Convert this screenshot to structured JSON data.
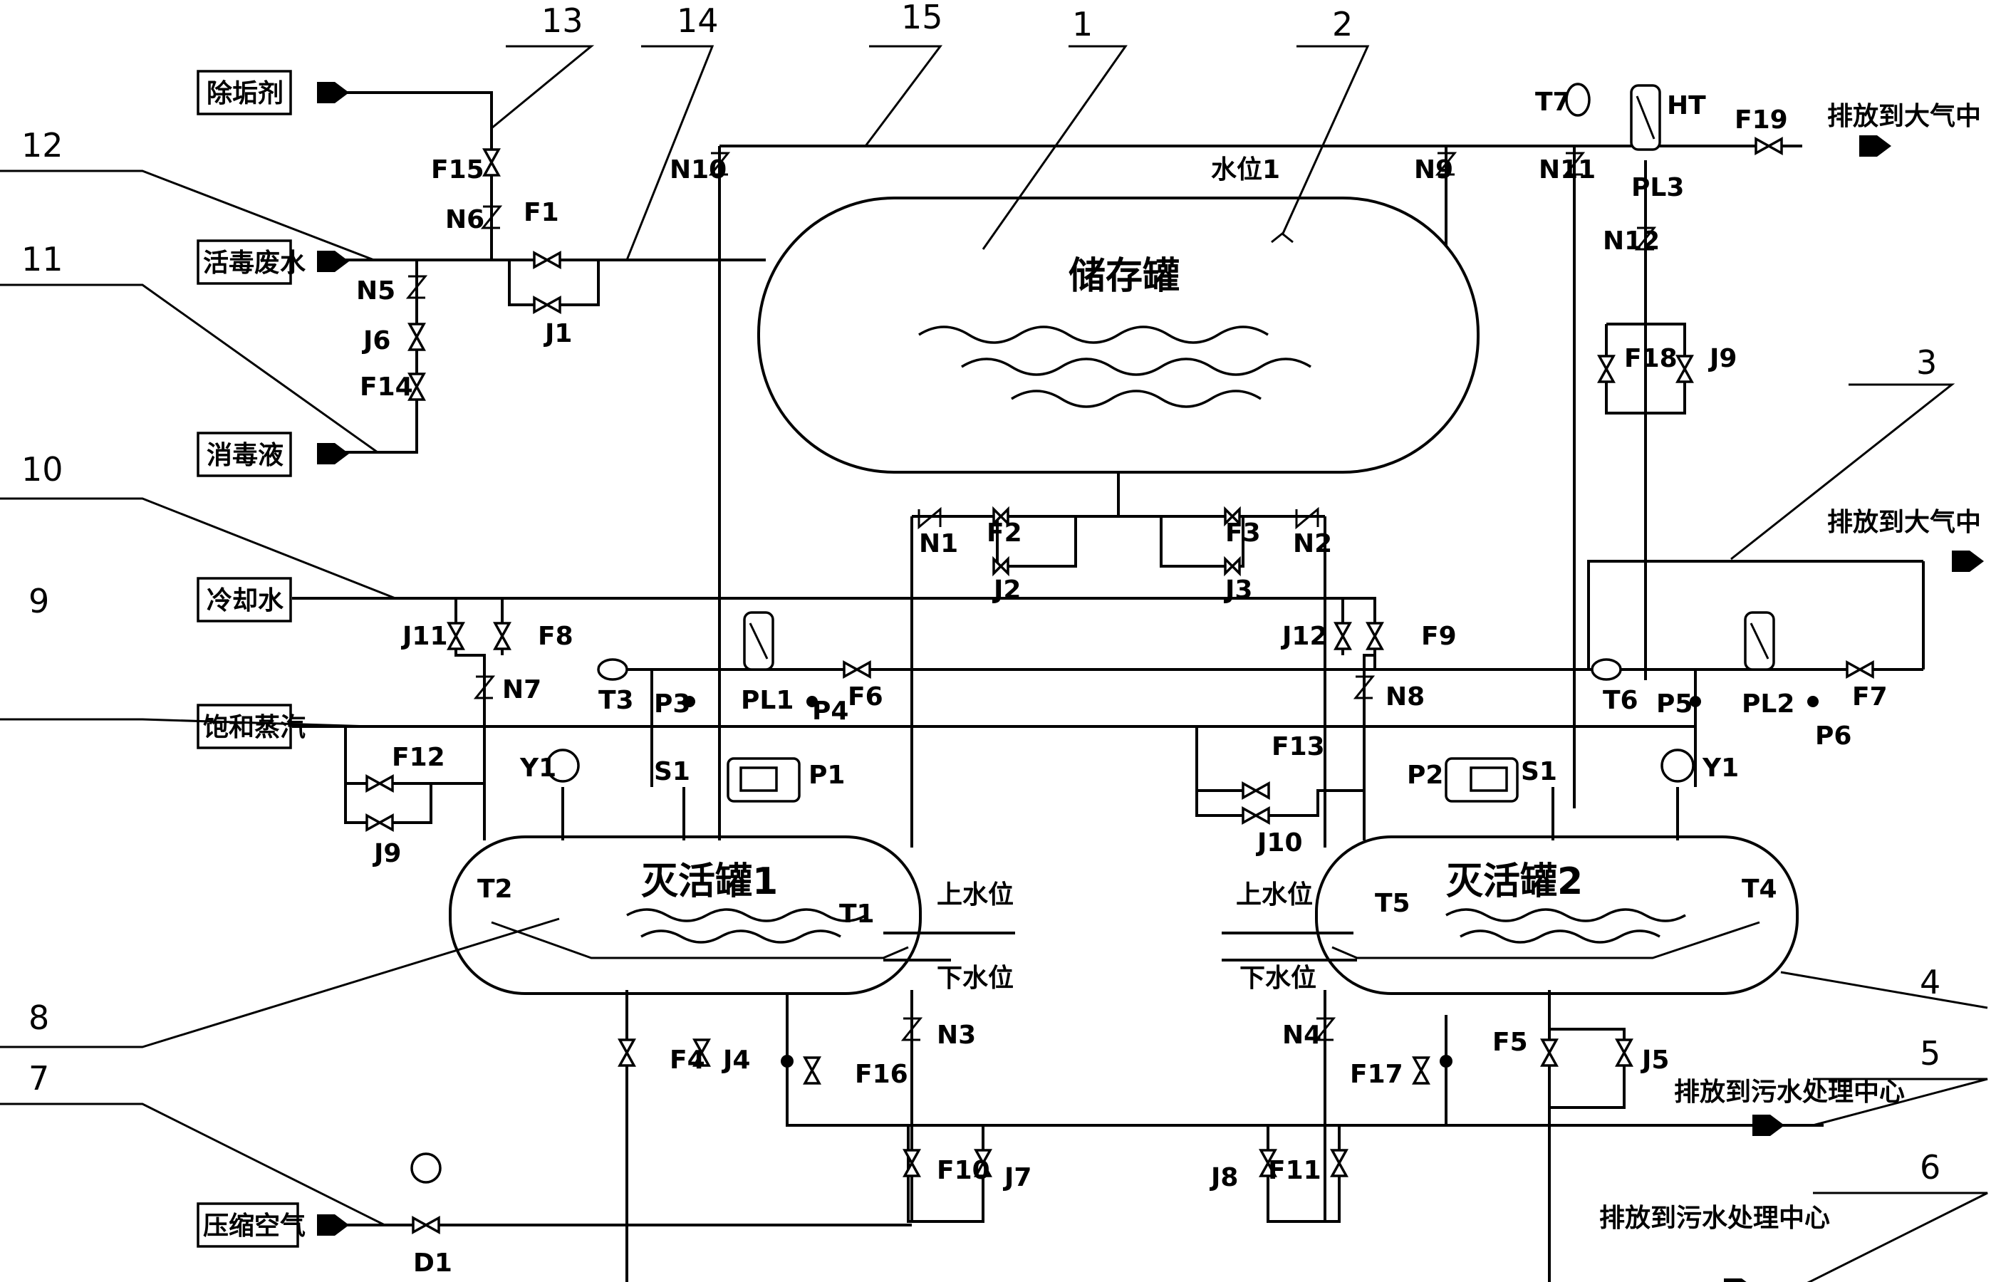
{
  "inputs": {
    "descaler": "除垢剂",
    "waste_water": "活毒废水",
    "disinfectant": "消毒液",
    "cooling_water": "冷却水",
    "steam": "饱和蒸汽",
    "compressed_air": "压缩空气"
  },
  "outputs": {
    "vent_top": "排放到大气中",
    "vent_mid": "排放到大气中",
    "sewage_1": "排放到污水处理中心",
    "sewage_2": "排放到污水处理中心"
  },
  "tanks": {
    "storage": "储存罐",
    "kill1": "灭活罐1",
    "kill2": "灭活罐2",
    "level1": "水位1",
    "upper_level_1": "上水位",
    "lower_level_1": "下水位",
    "upper_level_2": "上水位",
    "lower_level_2": "下水位"
  },
  "callouts": [
    "1",
    "2",
    "3",
    "4",
    "5",
    "6",
    "7",
    "8",
    "9",
    "10",
    "11",
    "12",
    "13",
    "14",
    "15"
  ],
  "tags": {
    "F1": "F1",
    "F2": "F2",
    "F3": "F3",
    "F4": "F4",
    "F5": "F5",
    "F6": "F6",
    "F7": "F7",
    "F8": "F8",
    "F9": "F9",
    "F10": "F10",
    "F11": "F11",
    "F12": "F12",
    "F13": "F13",
    "F14": "F14",
    "F15": "F15",
    "F16": "F16",
    "F17": "F17",
    "F18": "F18",
    "F19": "F19",
    "J1": "J1",
    "J2": "J2",
    "J3": "J3",
    "J4": "J4",
    "J5": "J5",
    "J6": "J6",
    "J7": "J7",
    "J8": "J8",
    "J9a": "J9",
    "J9b": "J9",
    "J10": "J10",
    "J11": "J11",
    "J12": "J12",
    "N1": "N1",
    "N2": "N2",
    "N3": "N3",
    "N4": "N4",
    "N5": "N5",
    "N6": "N6",
    "N7": "N7",
    "N8": "N8",
    "N9": "N9",
    "N10": "N10",
    "N11": "N11",
    "N12": "N12",
    "T1": "T1",
    "T2": "T2",
    "T3": "T3",
    "T4": "T4",
    "T5": "T5",
    "T6": "T6",
    "T7": "T7",
    "P1": "P1",
    "P2": "P2",
    "P3": "P3",
    "P4": "P4",
    "P5": "P5",
    "P6": "P6",
    "PL1": "PL1",
    "PL2": "PL2",
    "PL3": "PL3",
    "HT": "HT",
    "S1a": "S1",
    "S1b": "S1",
    "Y1a": "Y1",
    "Y1b": "Y1",
    "D1": "D1"
  }
}
